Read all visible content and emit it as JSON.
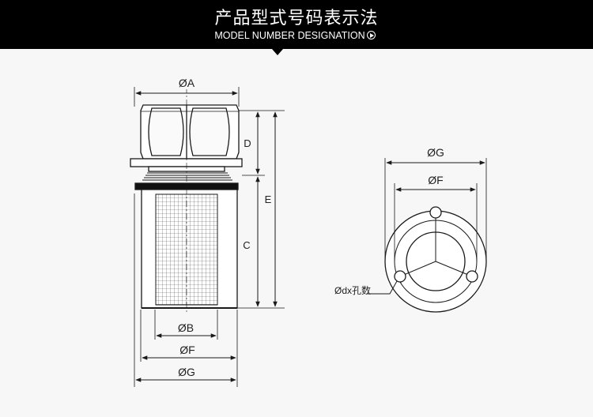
{
  "header": {
    "title_zh": "产品型式号码表示法",
    "title_en": "MODEL NUMBER DESIGNATION"
  },
  "diagram": {
    "side_view": {
      "labels": {
        "A": "ØA",
        "D": "D",
        "E": "E",
        "C": "C",
        "B": "ØB",
        "F": "ØF",
        "G": "ØG"
      }
    },
    "flange_view": {
      "labels": {
        "G": "ØG",
        "F": "ØF",
        "holes": "Ødx孔数"
      },
      "hole_count": 3
    }
  },
  "colors": {
    "header_bg": "#000000",
    "line": "#1a1a1a",
    "accent_ring": "#333333"
  }
}
